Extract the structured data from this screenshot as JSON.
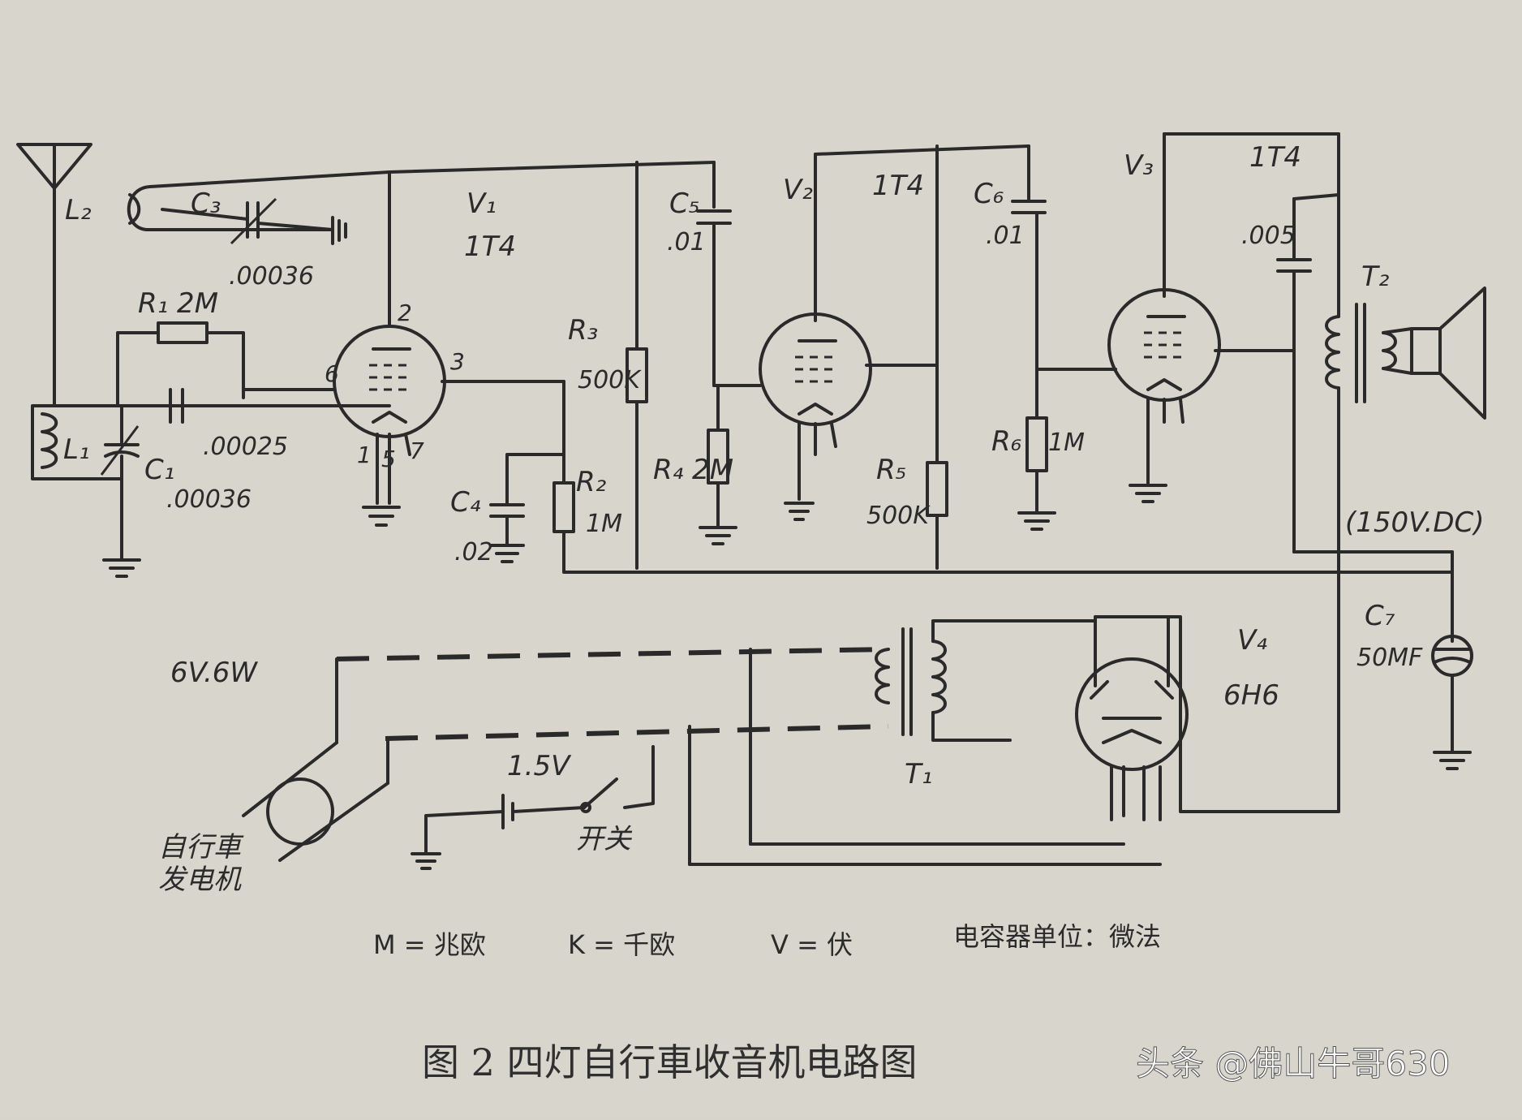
{
  "labels": {
    "L2": "L₂",
    "C3": "C₃",
    "C3_val": ".00036",
    "R1": "R₁ 2M",
    "L1": "L₁",
    "C1": "C₁",
    "C1_val": ".00036",
    "C2_val": ".00025",
    "V1": "V₁",
    "V1_type": "1T4",
    "C4": "C₄",
    "C4_val": ".02",
    "R2": "R₂",
    "R2_val": "1M",
    "R3": "R₃",
    "R3_val": "500K",
    "C5": "C₅",
    "C5_val": ".01",
    "V2": "V₂",
    "V2_type": "1T4",
    "R4": "R₄ 2M",
    "R5": "R₅",
    "R5_val": "500K",
    "C6": "C₆",
    "C6_val": ".01",
    "R6": "R₆",
    "R6_val": "1M",
    "V3": "V₃",
    "V3_type": "1T4",
    "C8_val": ".005",
    "T2": "T₂",
    "hv": "(150V.DC)",
    "C7": "C₇",
    "C7_val": "50MF",
    "V4": "V₄",
    "V4_type": "6H6",
    "T1": "T₁",
    "gen_rating": "6V.6W",
    "battery": "1.5V",
    "switch": "开关",
    "generator_line1": "自行車",
    "generator_line2": "发电机",
    "pins": [
      "2",
      "6",
      "3",
      "1",
      "5",
      "7"
    ]
  },
  "legend": {
    "m": "M = 兆欧",
    "k": "K = 千欧",
    "v": "V = 伏",
    "cap": "电容器单位：微法"
  },
  "caption": "图 2   四灯自行車收音机电路图",
  "watermark": "头条 @佛山牛哥630"
}
